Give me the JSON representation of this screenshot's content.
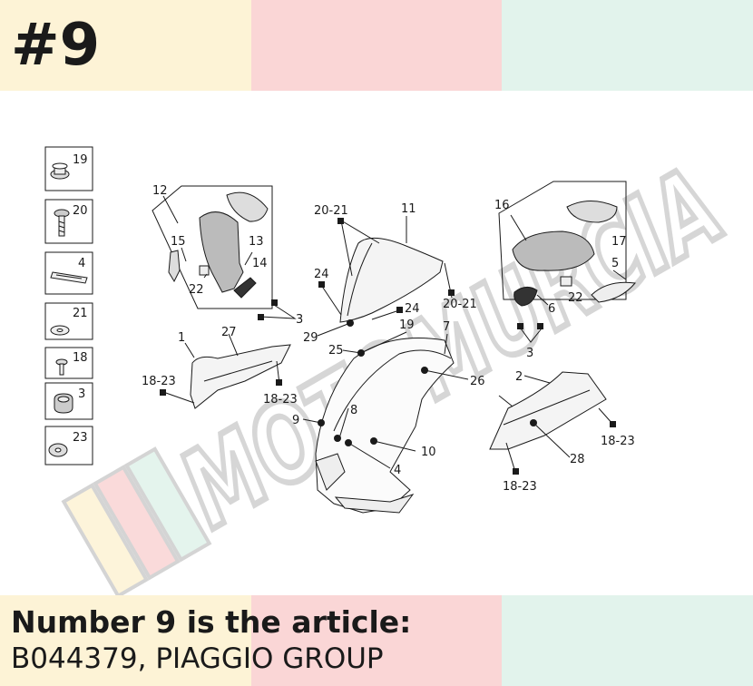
{
  "badge": "#9",
  "caption": {
    "line1": "Number 9 is the article:",
    "line2": "B044379, PIAGGIO GROUP"
  },
  "colors": {
    "band_yellow": "#fdf3d6",
    "band_pink": "#fad6d6",
    "band_mint": "#e2f3ec",
    "line": "#1a1a1a",
    "watermark": "#d8d8d8"
  },
  "watermark_text": "MOTOMURCIA",
  "legend": [
    {
      "id": "legend-19",
      "num": "19"
    },
    {
      "id": "legend-20",
      "num": "20"
    },
    {
      "id": "legend-4",
      "num": "4"
    },
    {
      "id": "legend-21",
      "num": "21"
    },
    {
      "id": "legend-18",
      "num": "18"
    },
    {
      "id": "legend-3",
      "num": "3"
    },
    {
      "id": "legend-23",
      "num": "23"
    }
  ],
  "labels": {
    "l12": "12",
    "l15": "15",
    "l13": "13",
    "l14": "14",
    "l22a": "22",
    "l3a": "3",
    "l2021a": "20-21",
    "l11": "11",
    "l24a": "24",
    "l24b": "24",
    "l2021b": "20-21",
    "l29": "29",
    "l19": "19",
    "l25": "25",
    "l7": "7",
    "l26": "26",
    "l16": "16",
    "l17": "17",
    "l5": "5",
    "l22b": "22",
    "l6": "6",
    "l3b": "3",
    "l1": "1",
    "l27": "27",
    "l1823a": "18-23",
    "l1823b": "18-23",
    "l8": "8",
    "l9": "9",
    "l10": "10",
    "l4": "4",
    "l2": "2",
    "l1823c": "18-23",
    "l28": "28",
    "l1823d": "18-23"
  }
}
